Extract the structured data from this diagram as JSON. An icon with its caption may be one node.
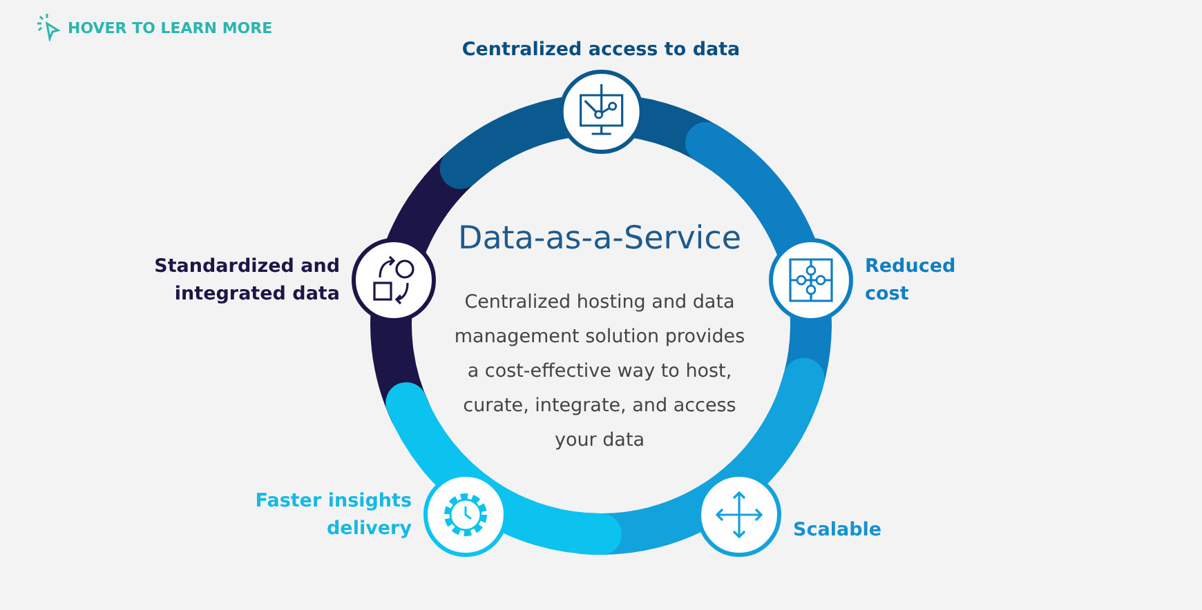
{
  "diagram": {
    "title": "Data-as-a-Service",
    "nodes": [
      {
        "text": [
          "Centralized access to data"
        ]
      },
      {
        "text": [
          "Standardized and integrated data"
        ]
      },
      {
        "text": [
          "Reduced cost"
        ]
      },
      {
        "text": [
          "Faster insights delivery"
        ]
      },
      {
        "text": [
          "Scalable"
        ]
      }
    ],
    "labels": [
      "HOVER TO LEARN MORE",
      "Centralized hosting and data management solution provides a cost-effective way to host, curate, integrate, and access your data"
    ]
  }
}
